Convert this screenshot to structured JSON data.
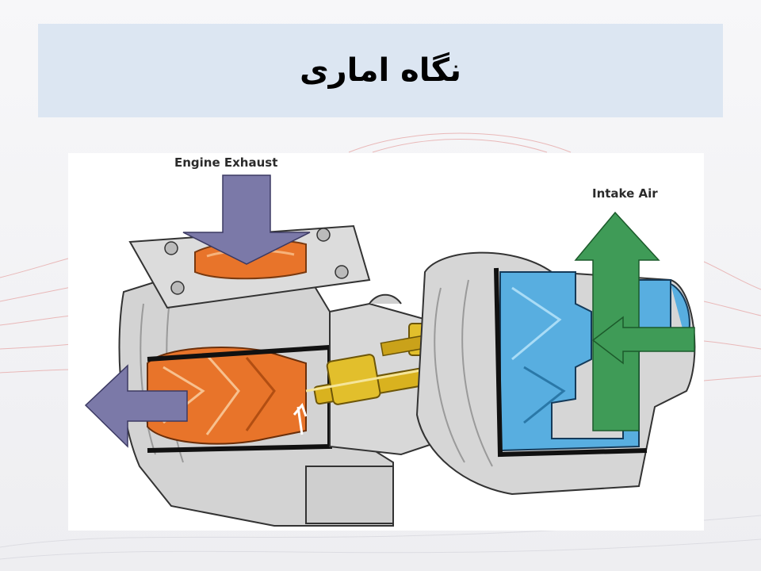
{
  "slide": {
    "title": "نگاه اماری"
  },
  "diagram": {
    "label_exhaust": "Engine Exhaust",
    "label_intake": "Intake Air"
  },
  "colors": {
    "title_band": "#dce6f2",
    "exhaust_arrow": "#7b79a8",
    "intake_arrow": "#3f9b57",
    "hot_turbine": "#e8742a",
    "compressor_blue": "#58aee0",
    "shaft_gold": "#d9b21f",
    "housing_gray": "#d2d2d2"
  }
}
